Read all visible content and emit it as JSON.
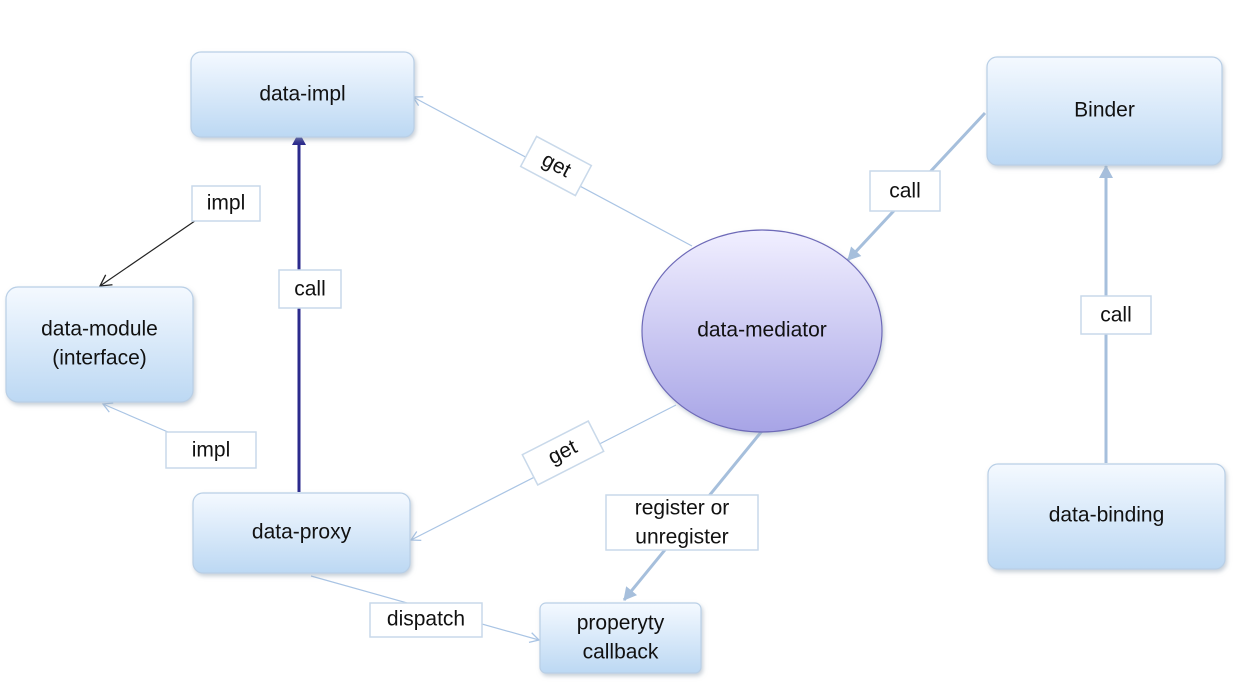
{
  "nodes": {
    "data_impl": "data-impl",
    "binder": "Binder",
    "data_module_line1": "data-module",
    "data_module_line2": "(interface)",
    "data_mediator": "data-mediator",
    "data_proxy": "data-proxy",
    "data_binding": "data-binding",
    "property_callback_line1": "properyty",
    "property_callback_line2": "callback"
  },
  "edge_labels": {
    "get_impl": "get",
    "impl_module": "impl",
    "call_proxy_impl": "call",
    "call_binder_mediator": "call",
    "call_binding_binder": "call",
    "impl_proxy_module": "impl",
    "get_proxy": "get",
    "register_line1": "register or",
    "register_line2": "unregister",
    "dispatch": "dispatch"
  },
  "colors": {
    "box_top": "#f4f9ff",
    "box_bottom": "#bcd8f3",
    "box_border": "#b9cfe6",
    "ellipse_top": "#f1efff",
    "ellipse_bottom": "#a7a4e6",
    "ellipse_border": "#6e6ab8",
    "thin_edge": "#a9c4e4",
    "thick_edge": "#a6bfdc",
    "dark_edge": "#2b2a8c",
    "black_edge": "#222222"
  }
}
